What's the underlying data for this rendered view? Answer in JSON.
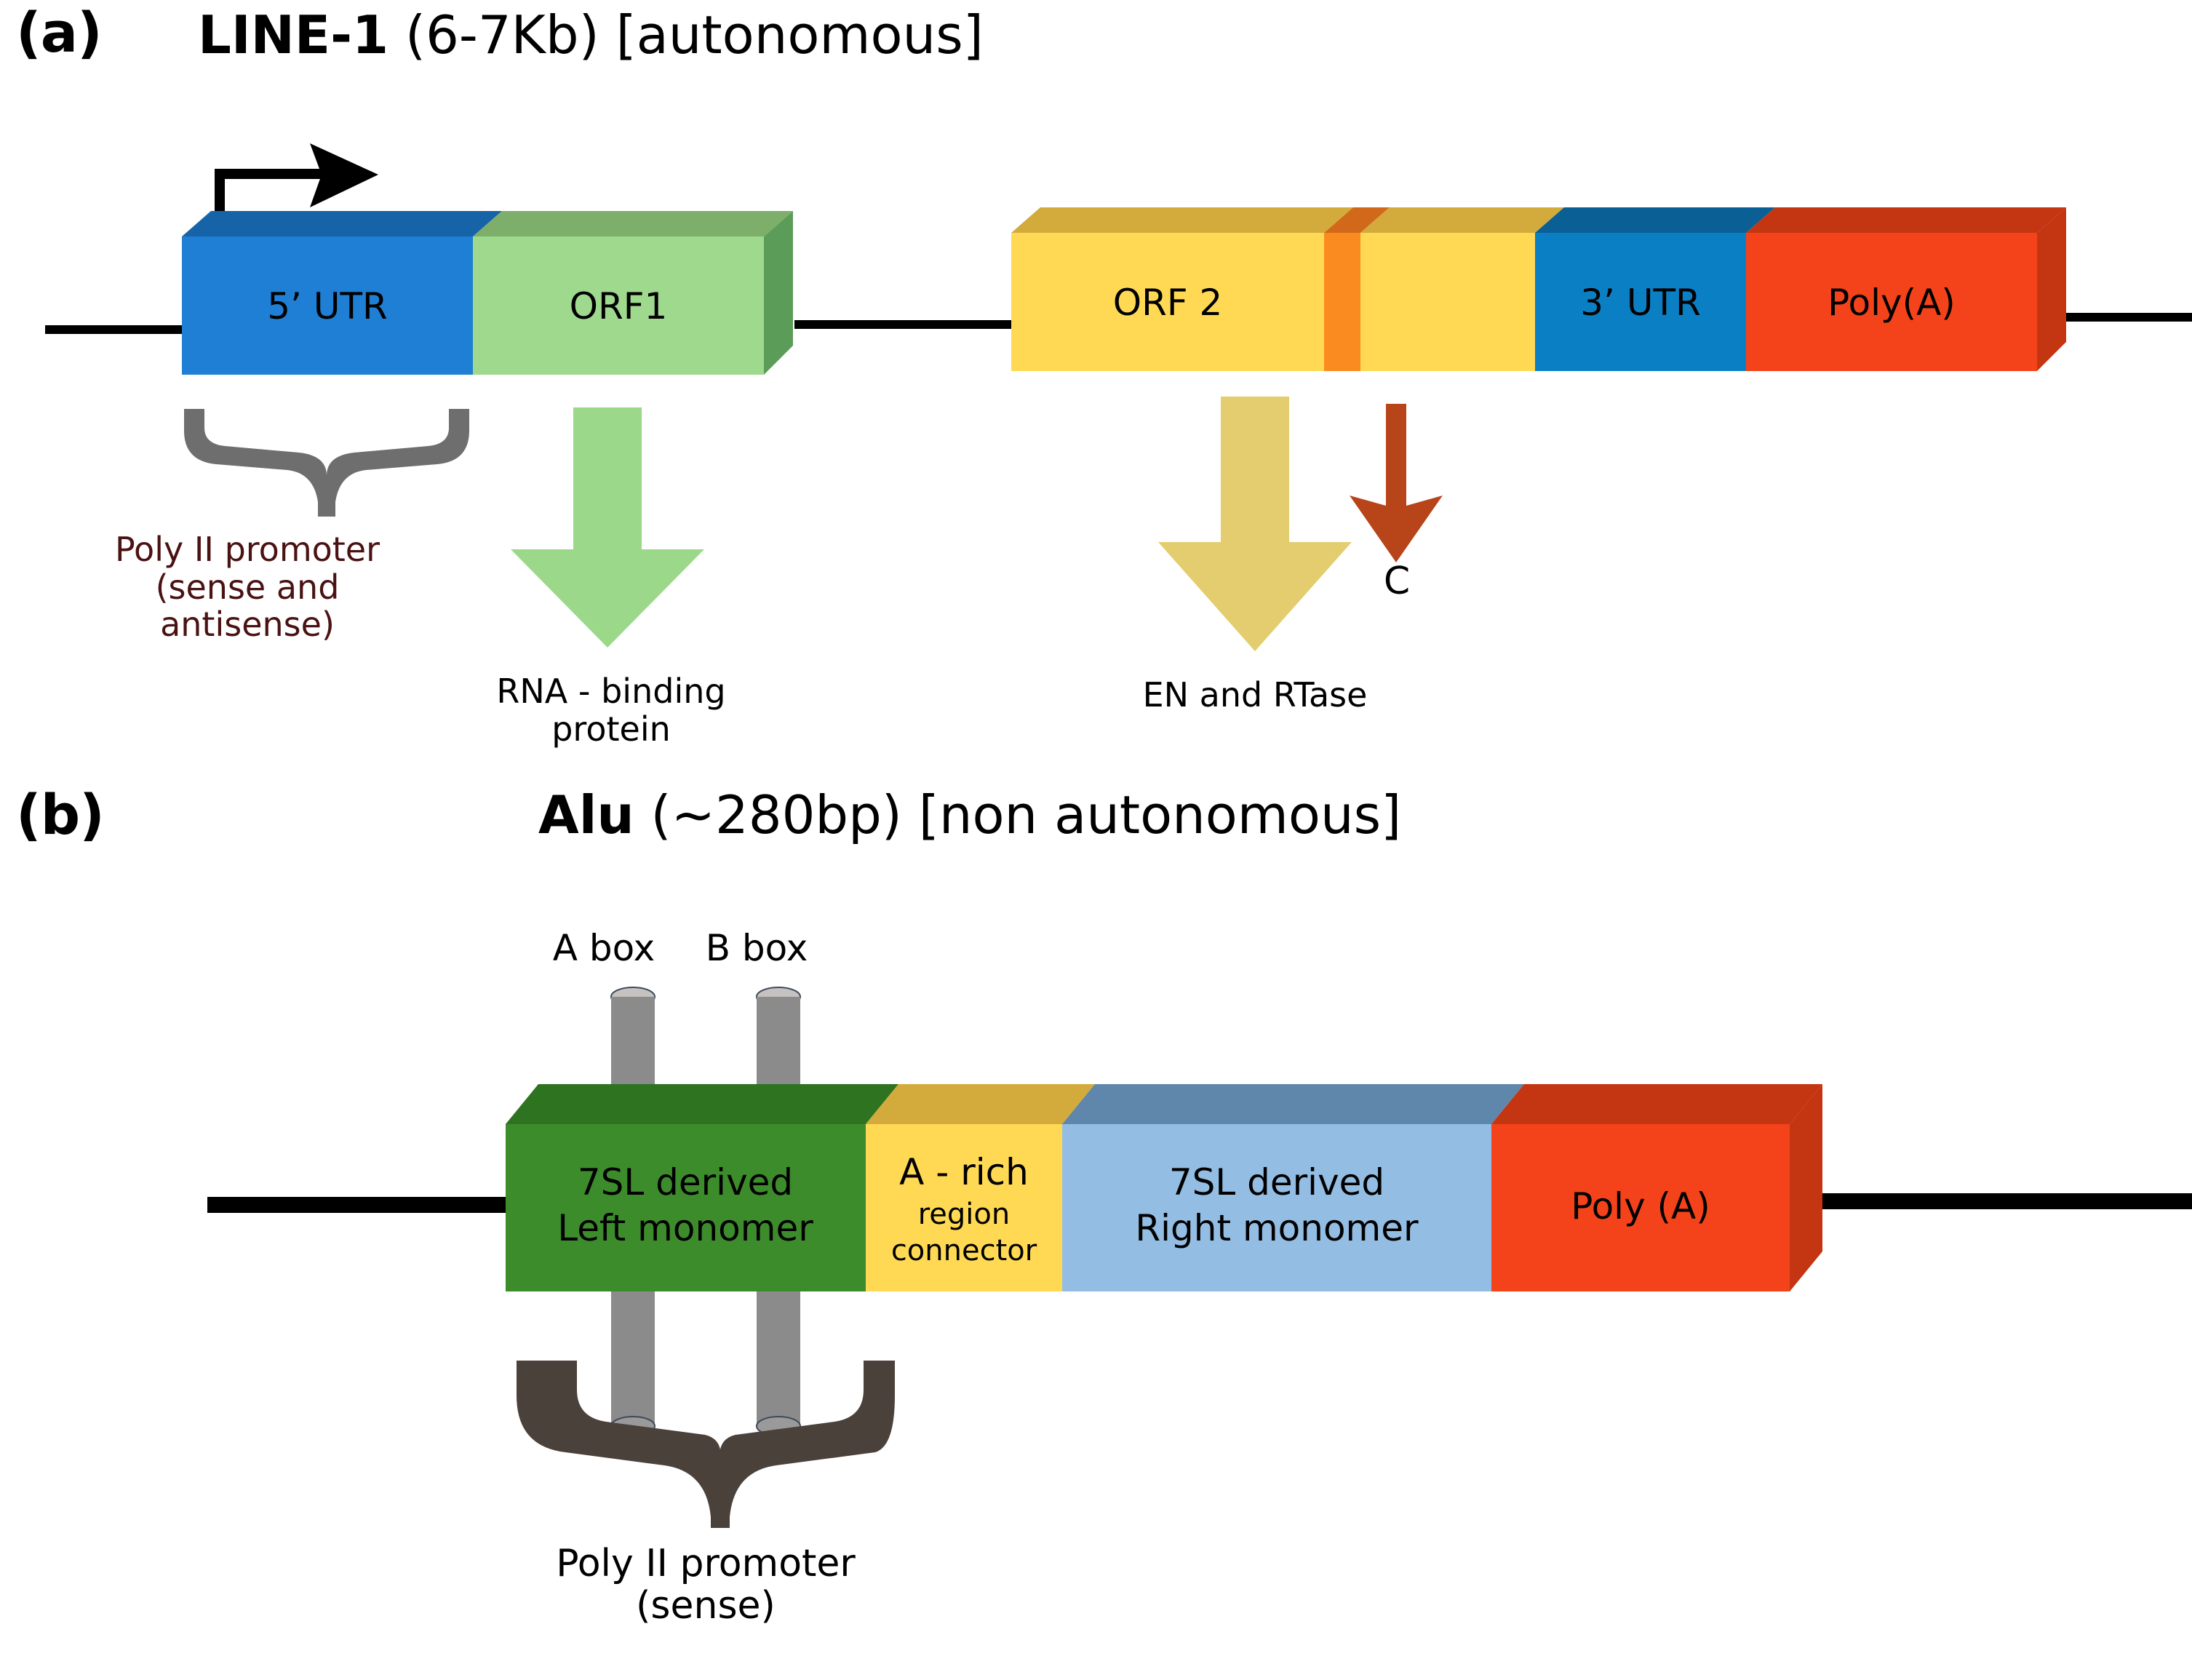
{
  "panel_a": {
    "tag": "(a)",
    "title_bold": "LINE-1",
    "title_rest": " (6-7Kb) [autonomous]",
    "segments_left": [
      {
        "name": "5utr",
        "label": "5’ UTR",
        "color": "#1f7fd4",
        "top": "#1663a8",
        "side": "#15598f"
      },
      {
        "name": "orf1",
        "label": "ORF1",
        "color": "#9ed98e",
        "top": "#7daf6b",
        "side": "#5b9c58"
      }
    ],
    "segments_right": [
      {
        "name": "orf2",
        "label": "ORF 2",
        "color": "#ffd954",
        "top": "#d3ab3c",
        "side": "#c79a32"
      },
      {
        "name": "endonuclease-stripe",
        "label": "",
        "color": "#f98b20",
        "top": "#d2691a",
        "side": "#c05f16"
      },
      {
        "name": "orf2-tail",
        "label": "",
        "color": "#ffd954",
        "top": "#d3ab3c",
        "side": "#c79a32"
      },
      {
        "name": "3utr",
        "label": "3’ UTR",
        "color": "#0b7fc4",
        "top": "#0a5f94",
        "side": "#09527f"
      },
      {
        "name": "polya",
        "label": "Poly(A)",
        "color": "#f4431a",
        "top": "#c43512",
        "side": "#ad2f0f"
      }
    ],
    "transcription_arrow": "transcription-start-arrow",
    "brace_label_line1": "Poly II promoter",
    "brace_label_line2": "(sense and antisense)",
    "orf1_arrow_label_line1": "RNA - binding",
    "orf1_arrow_label_line2": "protein",
    "orf2_arrow_label": "EN and RTase",
    "c_arrow_label": "C",
    "arrow_colors": {
      "orf1": "#9bd88a",
      "orf2": "#e3cd6e",
      "c": "#b8441a",
      "brace": "#6e6e6e"
    }
  },
  "panel_b": {
    "tag": "(b)",
    "title_bold": "Alu",
    "title_rest": " (~280bp) [non autonomous]",
    "box_a_label": "A box",
    "box_b_label": "B box",
    "segments": [
      {
        "name": "left-monomer",
        "label_line1": "7SL derived",
        "label_line2": "Left monomer",
        "color": "#3d8c2c",
        "top": "#2d7320",
        "side": "#276b1c"
      },
      {
        "name": "a-rich-connector",
        "label_line1": "A - rich",
        "label_line2": "region",
        "label_line3": "connector",
        "color": "#ffd954",
        "top": "#d3ab3c",
        "side": "#c79a32"
      },
      {
        "name": "right-monomer",
        "label_line1": "7SL derived",
        "label_line2": "Right monomer",
        "color": "#93bde3",
        "top": "#5f87ab",
        "side": "#527a9c"
      },
      {
        "name": "polya",
        "label_line1": "Poly (A)",
        "color": "#f4431a",
        "top": "#c43512",
        "side": "#ad2f0f"
      }
    ],
    "brace_label_line1": "Poly II promoter",
    "brace_label_line2": "(sense)",
    "cylinder_color": "#8b8b8b",
    "brace_color": "#4b413b"
  }
}
